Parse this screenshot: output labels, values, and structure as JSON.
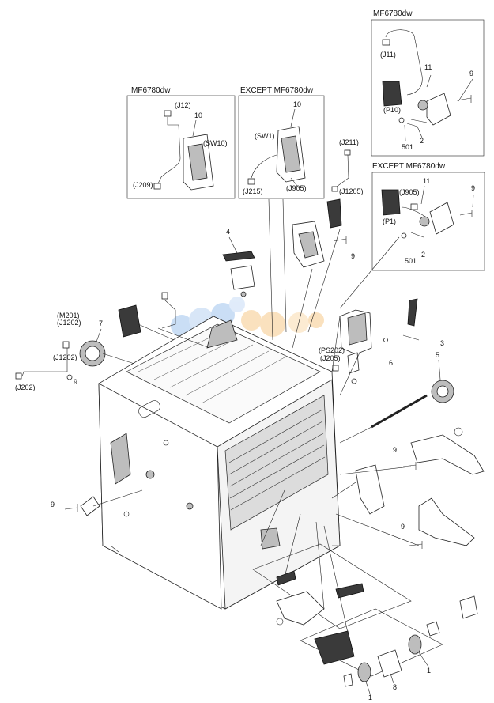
{
  "titles": {
    "mf_top": "MF6780dw",
    "except_top": "EXCEPT MF6780dw",
    "mf_left": "MF6780dw",
    "except_mid": "EXCEPT MF6780dw"
  },
  "connectors": {
    "j11": "(J11)",
    "p10": "(P10)",
    "j905_a": "(J905)",
    "p1": "(P1)",
    "j12": "(J12)",
    "sw10": "(SW10)",
    "j209": "(J209)",
    "sw1": "(SW1)",
    "j215": "(J215)",
    "j905_b": "(J905)",
    "j211": "(J211)",
    "j1205": "(J1205)",
    "m201": "(M201)",
    "j1202_a": "(J1202)",
    "j1202_b": "(J1202)",
    "j202": "(J202)",
    "ps202": "(PS202)",
    "j205": "(J205)"
  },
  "callouts": {
    "c11a": "11",
    "c9a": "9",
    "c2a": "2",
    "c501a": "501",
    "c11b": "11",
    "c9b": "9",
    "c2b": "2",
    "c501b": "501",
    "c10a": "10",
    "c10b": "10",
    "c9c": "9",
    "c4": "4",
    "c7": "7",
    "c9d": "9",
    "c9e": "9",
    "c3": "3",
    "c6": "6",
    "c5": "5",
    "c9f": "9",
    "c9g": "9",
    "c1a": "1",
    "c1b": "1",
    "c8": "8"
  },
  "colors": {
    "line": "#222222",
    "watermark_blue": "#9fc4ee",
    "watermark_orange": "#f7c98a",
    "watermark_red": "#d98080"
  },
  "icons": [
    "connector-icon",
    "screw-icon",
    "gear-icon",
    "switch-icon",
    "chassis-icon"
  ]
}
